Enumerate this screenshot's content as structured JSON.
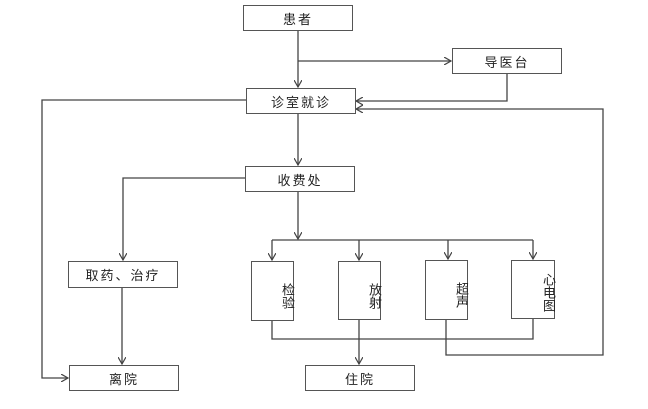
{
  "diagram": {
    "nodes": {
      "patient": "患者",
      "guide_desk": "导医台",
      "consultation": "诊室就诊",
      "cashier": "收费处",
      "medicine": "取药、治疗",
      "lab_test": "检验",
      "radiology": "放射",
      "ultrasound": "超声",
      "ecg": "心电图",
      "hospitalization": "住院",
      "discharge": "离院"
    },
    "edges": [
      {
        "from": "患者",
        "to": "诊室就诊"
      },
      {
        "from": "患者",
        "to": "导医台"
      },
      {
        "from": "导医台",
        "to": "诊室就诊"
      },
      {
        "from": "诊室就诊",
        "to": "收费处"
      },
      {
        "from": "诊室就诊",
        "to": "离院"
      },
      {
        "from": "收费处",
        "to": "取药、治疗"
      },
      {
        "from": "收费处",
        "to": [
          "检验",
          "放射",
          "超声",
          "心电图"
        ]
      },
      {
        "from": "取药、治疗",
        "to": "离院"
      },
      {
        "from": [
          "检验",
          "放射",
          "心电图"
        ],
        "to": "住院"
      },
      {
        "from": "超声",
        "to": "诊室就诊"
      }
    ]
  }
}
